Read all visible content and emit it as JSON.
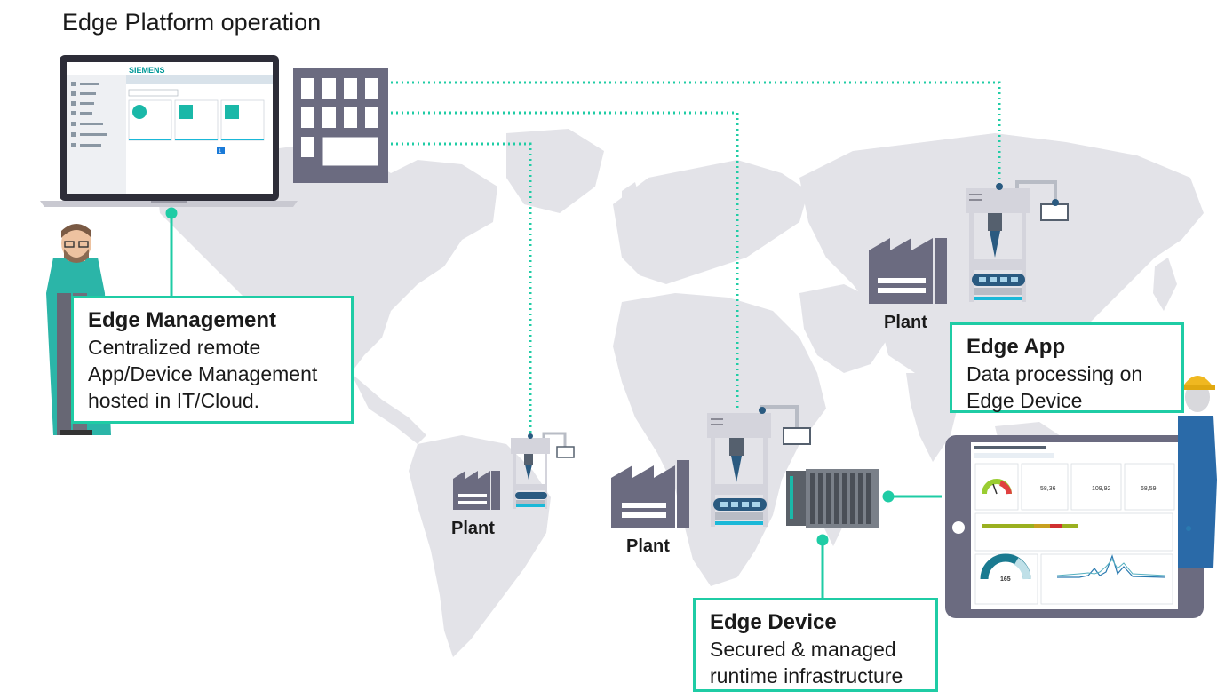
{
  "title": "Edge Platform operation",
  "colors": {
    "accent": "#1fcca5",
    "gray": "#6b6b80",
    "map": "#e3e3e8",
    "cyan": "#1ab8d8"
  },
  "laptop_screen": {
    "brand": "SIEMENS",
    "sidebar_icons": [
      "home-icon",
      "devices-icon",
      "apps-icon",
      "jobs-icon",
      "settings-icon",
      "users-icon",
      "docs-icon"
    ],
    "cards": [
      {
        "icon": "ie-solutions-icon"
      },
      {
        "icon": "cloud-connector-icon"
      },
      {
        "icon": "s7-connector-icon"
      }
    ],
    "page": "1"
  },
  "boxes": {
    "management": {
      "title": "Edge Management",
      "lines": [
        "Centralized remote",
        "App/Device Management",
        "hosted in IT/Cloud."
      ]
    },
    "app": {
      "title": "Edge App",
      "lines": [
        "Data processing on",
        "Edge Device"
      ]
    },
    "device": {
      "title": "Edge Device",
      "lines": [
        "Secured & managed",
        "runtime infrastructure"
      ]
    }
  },
  "plants": [
    "Plant",
    "Plant",
    "Plant"
  ],
  "tablet_dashboard": {
    "kpis": [
      "58,36",
      "109,92",
      "68,59"
    ],
    "gauge_value": "165",
    "page_icons": [
      "gauge-icon",
      "bar-icon",
      "line-icon"
    ]
  }
}
